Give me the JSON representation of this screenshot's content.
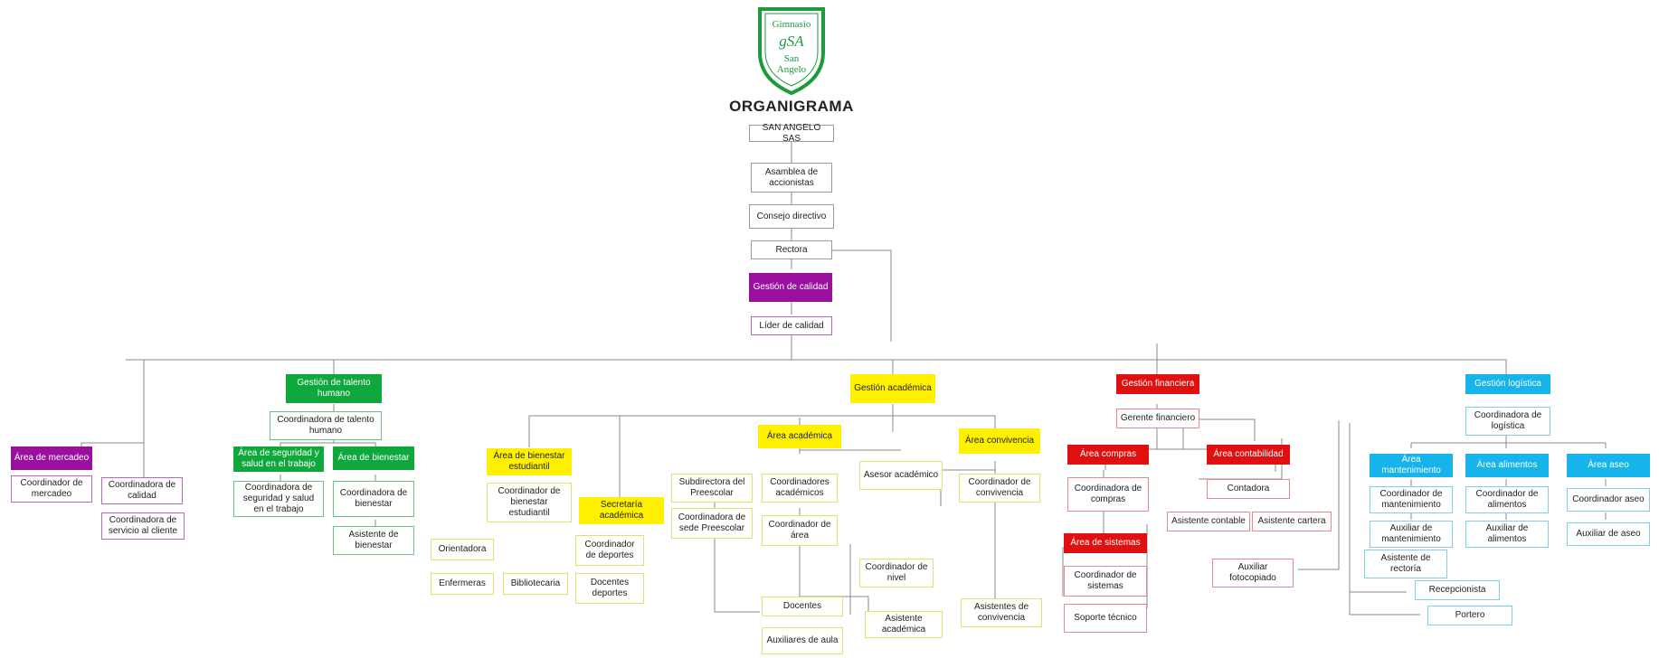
{
  "title": "ORGANIGRAMA",
  "logo": {
    "line1": "Gimnasio",
    "monogram": "gSA",
    "line2": "San",
    "line3": "Angelo",
    "shield_color": "#1e9a3c"
  },
  "colors": {
    "calidad": "#9a0f9e",
    "talento": "#0fa83c",
    "academica": "#fff000",
    "financiera": "#e11010",
    "logistica": "#16b4ea",
    "neutral": "#9a9a9a"
  },
  "nodes": {
    "san_angelo_sas": "SAN ANGELO SAS",
    "asamblea": "Asamblea de accionistas",
    "consejo": "Consejo directivo",
    "rectora": "Rectora",
    "gestion_calidad": "Gestión de calidad",
    "lider_calidad": "Líder de calidad",
    "area_mercadeo": "Área de mercadeo",
    "coord_mercadeo": "Coordinador de mercadeo",
    "coord_calidad": "Coordinadora de calidad",
    "coord_servicio": "Coordinadora de servicio al cliente",
    "gestion_talento": "Gestión de talento humano",
    "coord_talento": "Coordinadora de talento humano",
    "area_sst": "Área de seguridad y salud en el trabajo",
    "coord_sst": "Coordinadora de seguridad y salud en el trabajo",
    "area_bienestar": "Área de bienestar",
    "coord_bienestar": "Coordinadora de bienestar",
    "asist_bienestar": "Asistente de bienestar",
    "gestion_academica": "Gestión académica",
    "area_bienestar_est": "Área de bienestar estudiantil",
    "coord_bienestar_est": "Coordinador de bienestar estudiantil",
    "secretaria": "Secretaría académica",
    "orientadora": "Orientadora",
    "enfermeras": "Enfermeras",
    "bibliotecaria": "Bibliotecaria",
    "coord_deportes": "Coordinador de deportes",
    "docentes_deportes": "Docentes deportes",
    "area_academica": "Área académica",
    "subdirectora": "Subdirectora del Preescolar",
    "coord_sede_pre": "Coordinadora de sede Preescolar",
    "coord_academicos": "Coordinadores académicos",
    "coord_area": "Coordinador de área",
    "asesor": "Asesor académico",
    "coord_nivel": "Coordinador de nivel",
    "docentes": "Docentes",
    "auxiliares_aula": "Auxiliares de aula",
    "asist_academica": "Asistente académica",
    "area_convivencia": "Área convivencia",
    "coord_convivencia": "Coordinador de convivencia",
    "asist_convivencia": "Asistentes de convivencia",
    "gestion_financiera": "Gestión financiera",
    "gerente": "Gerente financiero",
    "area_compras": "Área compras",
    "coord_compras": "Coordinadora de compras",
    "area_contabilidad": "Área contabilidad",
    "contadora": "Contadora",
    "asist_contable": "Asistente contable",
    "asist_cartera": "Asistente cartera",
    "area_sistemas": "Área de sistemas",
    "coord_sistemas": "Coordinador de sistemas",
    "soporte": "Soporte técnico",
    "aux_fotocopiado": "Auxiliar fotocopiado",
    "gestion_logistica": "Gestión logística",
    "coord_logistica": "Coordinadora de logística",
    "area_mantenimiento": "Área mantenimiento",
    "coord_mantenimiento": "Coordinador de mantenimiento",
    "aux_mantenimiento": "Auxiliar de mantenimiento",
    "area_alimentos": "Área alimentos",
    "coord_alimentos": "Coordinador de alimentos",
    "aux_alimentos": "Auxiliar de alimentos",
    "area_aseo": "Área aseo",
    "coord_aseo": "Coordinador aseo",
    "aux_aseo": "Auxiliar de aseo",
    "asist_rectoria": "Asistente de rectoría",
    "recepcionista": "Recepcionista",
    "portero": "Portero"
  }
}
